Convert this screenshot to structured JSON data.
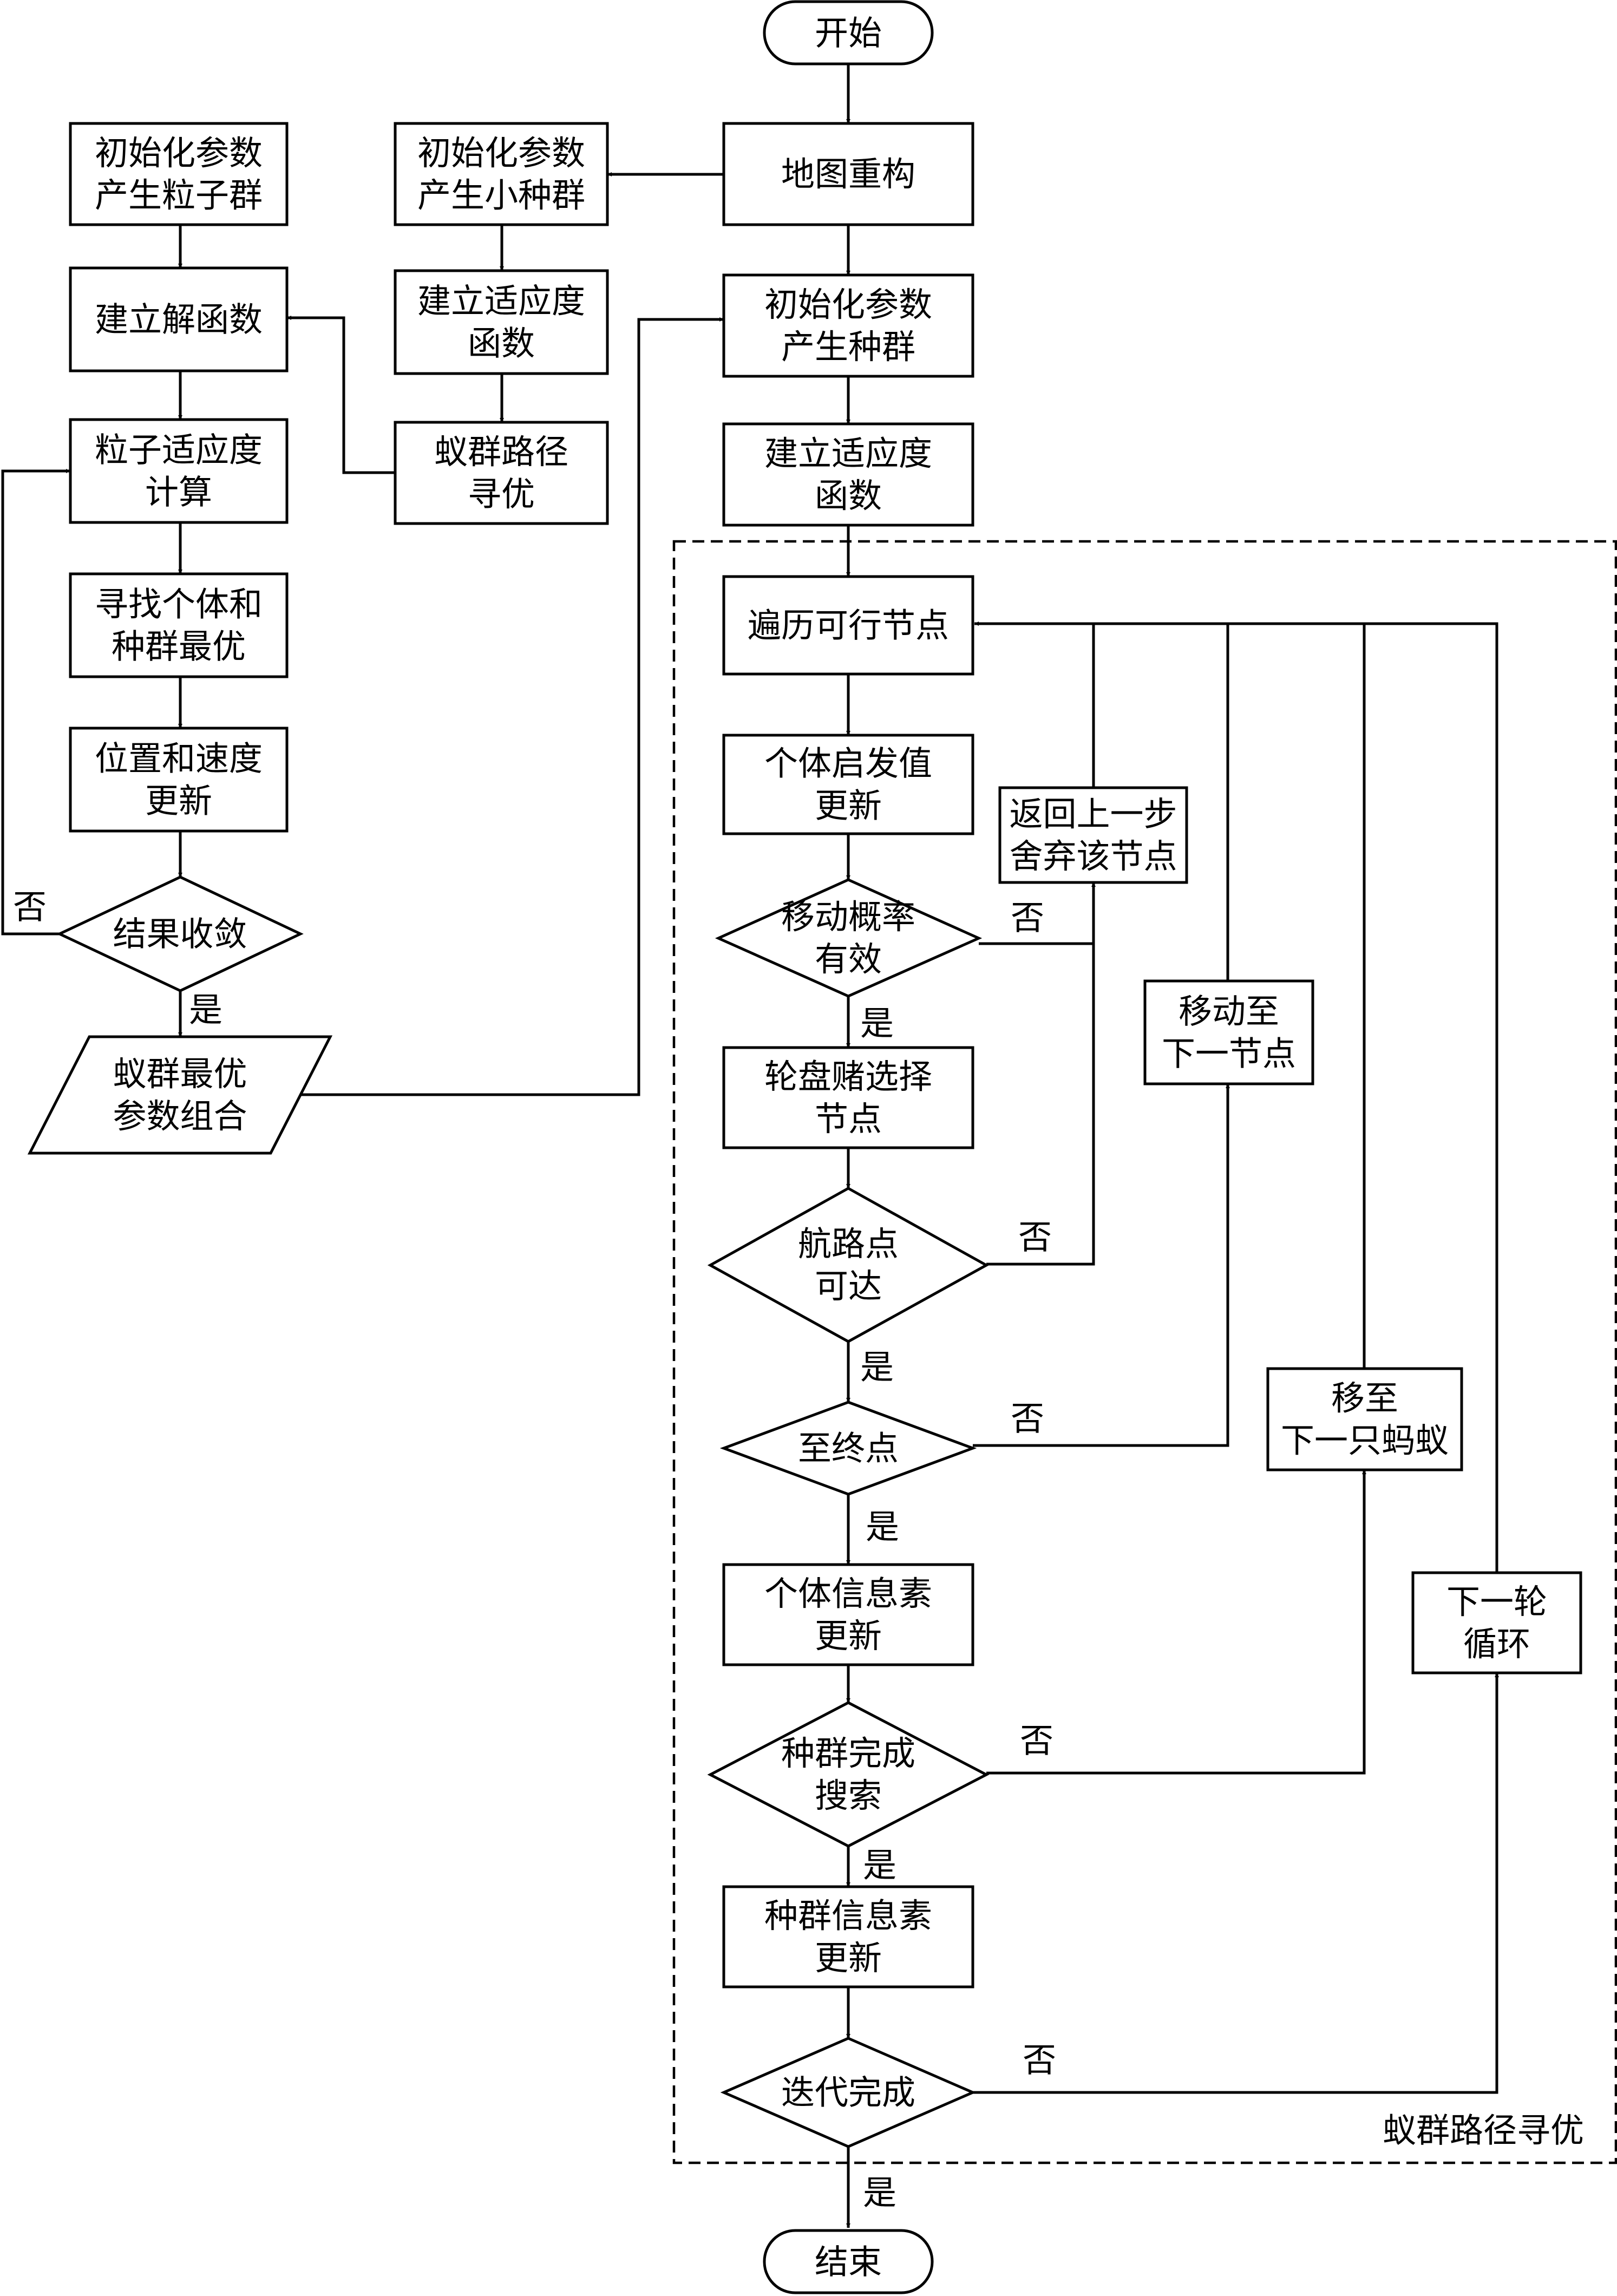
{
  "nodes": {
    "start": "开始",
    "map_rebuild": [
      "地图重构"
    ],
    "init_population": [
      "初始化参数",
      "产生种群"
    ],
    "fitness_function": [
      "建立适应度",
      "函数"
    ],
    "traverse_nodes": [
      "遍历可行节点"
    ],
    "heuristic_update": [
      "个体启发值",
      "更新"
    ],
    "move_probability": [
      "移动概率",
      "有效"
    ],
    "roulette_select": [
      "轮盘赌选择",
      "节点"
    ],
    "waypoint_reachable": [
      "航路点",
      "可达"
    ],
    "reach_end": [
      "至终点"
    ],
    "pheromone_individual": [
      "个体信息素",
      "更新"
    ],
    "population_done": [
      "种群完成",
      "搜索"
    ],
    "pheromone_population": [
      "种群信息素",
      "更新"
    ],
    "iteration_done": [
      "迭代完成"
    ],
    "end": "结束",
    "go_back": [
      "返回上一步",
      "舍弃该节点"
    ],
    "move_next": [
      "移动至",
      "下一节点"
    ],
    "next_ant": [
      "移至",
      "下一只蚂蚁"
    ],
    "next_round": [
      "下一轮",
      "循环"
    ],
    "init_sub_population": [
      "初始化参数",
      "产生小种群"
    ],
    "fitness_function_sub": [
      "建立适应度",
      "函数"
    ],
    "aco_search_sub": [
      "蚁群路径",
      "寻优"
    ],
    "init_particles": [
      "初始化参数",
      "产生粒子群"
    ],
    "build_solution": [
      "建立解函数"
    ],
    "particle_fitness": [
      "粒子适应度",
      "计算"
    ],
    "find_best": [
      "寻找个体和",
      "种群最优"
    ],
    "update_position": [
      "位置和速度",
      "更新"
    ],
    "converged": [
      "结果收敛"
    ],
    "best_params": [
      "蚁群最优",
      "参数组合"
    ]
  },
  "edge_labels": {
    "yes": "是",
    "no": "否"
  },
  "group_label": "蚁群路径寻优"
}
